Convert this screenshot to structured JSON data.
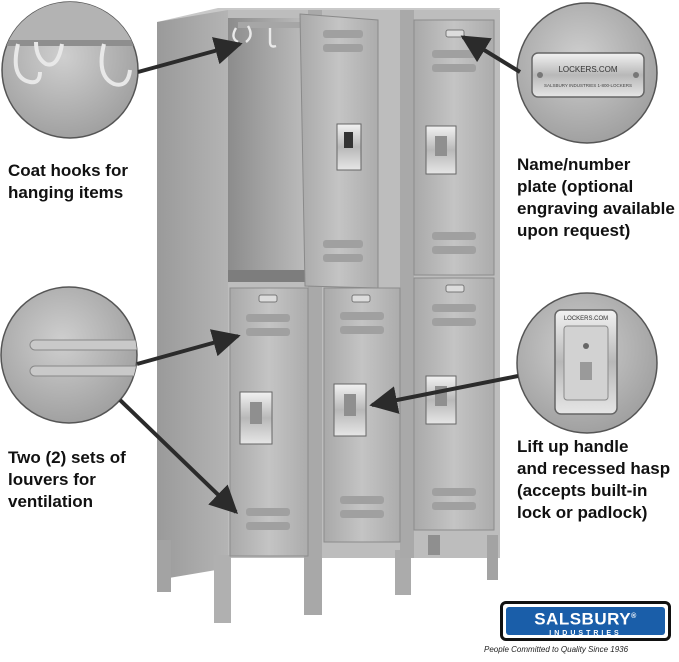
{
  "captions": {
    "hooks": [
      "Coat hooks for",
      "hanging items"
    ],
    "plate": [
      "Name/number",
      "plate (optional",
      "engraving available",
      "upon request)"
    ],
    "louvers": [
      "Two (2) sets of",
      "louvers for",
      "ventilation"
    ],
    "handle": [
      "Lift up handle",
      "and recessed hasp",
      "(accepts built-in",
      "lock or padlock)"
    ]
  },
  "nameplate": {
    "line1": "LOCKERS.COM",
    "line2": "SALSBURY INDUSTRIES  1-800-LOCKERS"
  },
  "handle_plate_text": "LOCKERS.COM",
  "brand": {
    "name": "SALSBURY",
    "subtitle": "INDUSTRIES",
    "tagline": "People Committed to Quality Since 1936",
    "trademark": "®"
  },
  "colors": {
    "locker_body": "#b9b9b9",
    "locker_shadow": "#8f8f8f",
    "brand_blue": "#1a5ea9",
    "arrow": "#2b2b2b"
  },
  "icons": [
    "coat-hook-icon",
    "nameplate-icon",
    "louver-icon",
    "handle-icon",
    "arrow-icon"
  ]
}
